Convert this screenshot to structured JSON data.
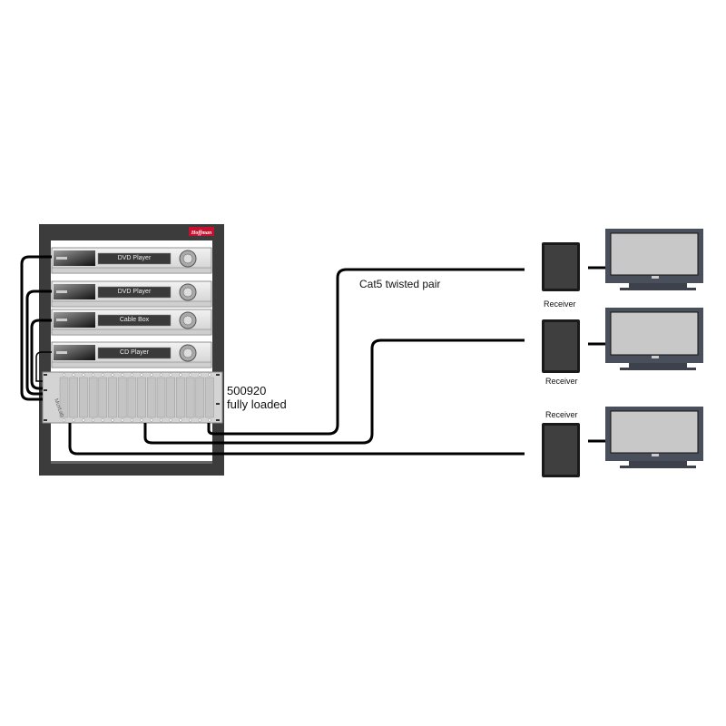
{
  "rack": {
    "logo": "Hoffman",
    "devices": [
      {
        "label": "DVD Player"
      },
      {
        "label": "DVD Player"
      },
      {
        "label": "Cable Box"
      },
      {
        "label": "CD Player"
      }
    ],
    "panel_logo": "MuxLab"
  },
  "annotations": {
    "model": "500920",
    "model_note": "fully loaded",
    "cable": "Cat5 twisted pair"
  },
  "receivers": [
    {
      "label": "Receiver"
    },
    {
      "label": "Receiver"
    },
    {
      "label": "Receiver"
    }
  ],
  "colors": {
    "rack": "#3c3c3c",
    "cable": "#000000",
    "screen": "#c8c8c8",
    "tv_frame": "#4a4f5c",
    "logo": "#c8102e"
  }
}
